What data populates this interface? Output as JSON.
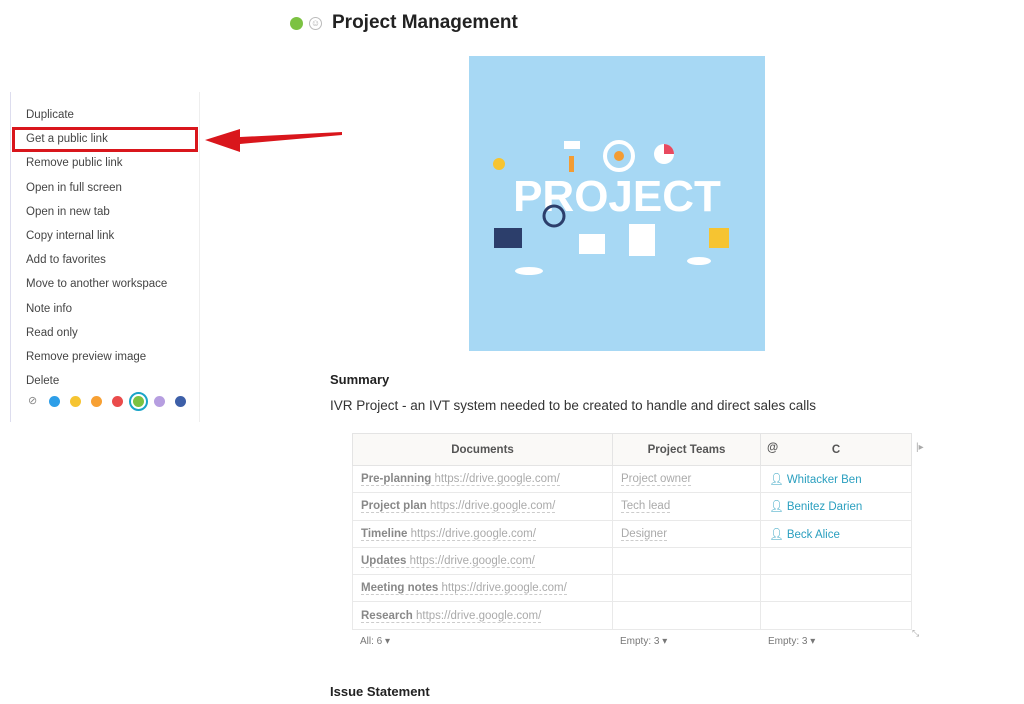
{
  "page": {
    "title": "Project Management",
    "hero_text": "PROJECT"
  },
  "menu": {
    "items": [
      "Duplicate",
      "Get a public link",
      "Remove public link",
      "Open in full screen",
      "Open in new tab",
      "Copy internal link",
      "Add to favorites",
      "Move to another workspace",
      "Note info",
      "Read only",
      "Remove preview image",
      "Delete"
    ],
    "colors": [
      "#2d9ee8",
      "#f6c431",
      "#f7a033",
      "#ea4b4b",
      "#7cc242",
      "#b69ee0",
      "#3d5fa8"
    ],
    "selected_color": "#7cc242"
  },
  "annotation": {
    "color": "#d9161c"
  },
  "summary": {
    "heading": "Summary",
    "text": "IVR Project - an IVT system needed to be created to handle and direct sales calls"
  },
  "table": {
    "headers": [
      "Documents",
      "Project Teams",
      "C"
    ],
    "at_symbol": "@",
    "rows": [
      {
        "doc": "Pre-planning",
        "url": "https://drive.google.com/",
        "team": "Project owner",
        "person": "Whitacker Ben"
      },
      {
        "doc": "Project plan",
        "url": "https://drive.google.com/",
        "team": "Tech lead",
        "person": "Benitez Darien"
      },
      {
        "doc": "Timeline",
        "url": "https://drive.google.com/",
        "team": "Designer",
        "person": "Beck Alice"
      },
      {
        "doc": "Updates",
        "url": "https://drive.google.com/",
        "team": "",
        "person": ""
      },
      {
        "doc": "Meeting notes",
        "url": "https://drive.google.com/",
        "team": "",
        "person": ""
      },
      {
        "doc": "Research",
        "url": "https://drive.google.com/",
        "team": "",
        "person": ""
      }
    ],
    "footer": [
      "All: 6",
      "Empty: 3",
      "Empty: 3"
    ]
  },
  "issue": {
    "heading": "Issue Statement"
  }
}
